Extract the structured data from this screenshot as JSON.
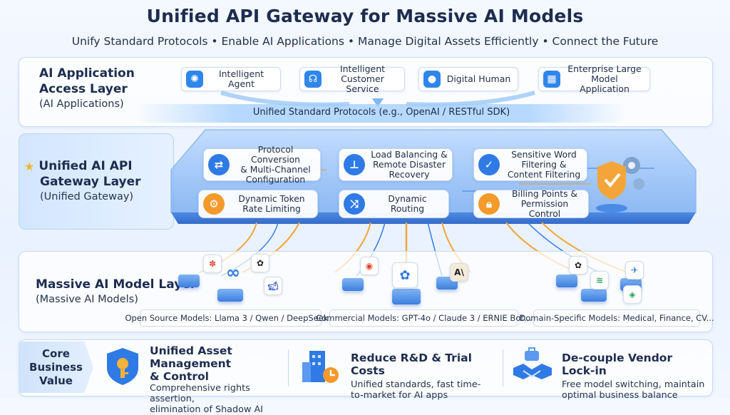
{
  "header": {
    "title": "Unified API Gateway for Massive AI Models",
    "subtitle": "Unify Standard Protocols • Enable AI Applications • Manage Digital Assets Efficiently • Connect the Future"
  },
  "access_layer": {
    "title_line1": "AI Application",
    "title_line2": "Access Layer",
    "subtitle": "(AI Applications)",
    "apps": [
      {
        "label": "Intelligent Agent",
        "icon": "agent-swirl-icon"
      },
      {
        "label_line1": "Intelligent",
        "label_line2": "Customer Service",
        "icon": "headset-icon"
      },
      {
        "label": "Digital Human",
        "icon": "person-icon"
      },
      {
        "label_line1": "Enterprise Large",
        "label_line2": "Model Application",
        "icon": "grid-apps-icon"
      }
    ],
    "protocol_text": "Unified Standard Protocols (e.g., OpenAI / RESTful SDK)"
  },
  "gateway_layer": {
    "title_line1": "Unified AI API",
    "title_line2": "Gateway Layer",
    "subtitle": "(Unified Gateway)",
    "features": [
      {
        "line1": "Protocol Conversion",
        "line2": "& Multi-Channel",
        "line3": "Configuration",
        "icon": "swap-arrows-icon"
      },
      {
        "line1": "Load Balancing &",
        "line2": "Remote Disaster",
        "line3": "Recovery",
        "icon": "network-tree-icon"
      },
      {
        "line1": "Sensitive Word",
        "line2": "Filtering &",
        "line3": "Content Filtering",
        "icon": "shield-check-icon"
      },
      {
        "line1": "Dynamic Token",
        "line2": "Rate Limiting",
        "icon": "gear-token-icon"
      },
      {
        "line1": "Dynamic Routing",
        "icon": "shuffle-icon"
      },
      {
        "line1": "Billing Points &",
        "line2": "Permission Control",
        "icon": "lock-icon"
      }
    ]
  },
  "model_layer": {
    "title": "Massive AI Model Layer",
    "subtitle": "(Massive AI Models)",
    "groups": [
      {
        "label": "Open Source Models: Llama 3 / Qwen / DeepSeek..."
      },
      {
        "label": "Commercial Models: GPT-4o / Claude 3 / ERNIE Bot..."
      },
      {
        "label": "Domain-Specific Models: Medical, Finance, CV..."
      }
    ]
  },
  "core_value": {
    "label_line1": "Core",
    "label_line2": "Business",
    "label_line3": "Value",
    "items": [
      {
        "title_line1": "Unified Asset Management",
        "title_line2": "& Control",
        "desc_line1": "Comprehensive rights assertion,",
        "desc_line2": "elimination of Shadow AI",
        "icon": "key-shield-icon"
      },
      {
        "title_line1": "Reduce R&D & Trial Costs",
        "desc_line1": "Unified standards, fast time-",
        "desc_line2": "to-market for AI apps",
        "icon": "building-clock-icon"
      },
      {
        "title_line1": "De-couple Vendor Lock-in",
        "desc_line1": "Free model switching, maintain",
        "desc_line2": "optimal business balance",
        "icon": "handshake-icon"
      }
    ]
  },
  "colors": {
    "accent_blue": "#2f7ae5",
    "accent_orange": "#f39a2b",
    "title_navy": "#1d2d50"
  }
}
